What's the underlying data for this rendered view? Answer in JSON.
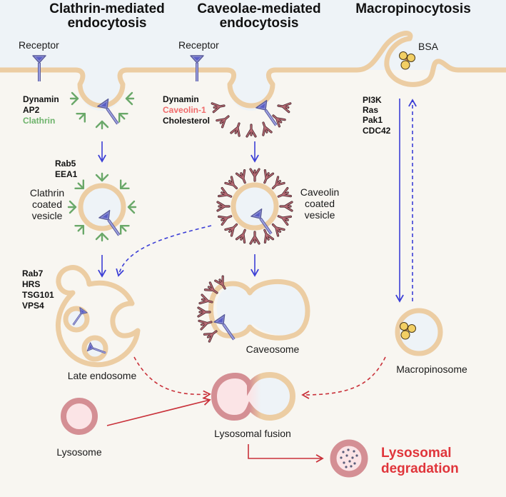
{
  "titles": {
    "clathrin": [
      "Clathrin-mediated",
      "endocytosis"
    ],
    "caveolae": [
      "Caveolae-mediated",
      "endocytosis"
    ],
    "macro": "Macropinocytosis"
  },
  "labels": {
    "receptor_1": "Receptor",
    "receptor_2": "Receptor",
    "bsa": "BSA",
    "clathrin_vesicle": [
      "Clathrin",
      "coated",
      "vesicle"
    ],
    "caveolin_vesicle": [
      "Caveolin",
      "coated",
      "vesicle"
    ],
    "late_endosome": "Late endosome",
    "caveosome": "Caveosome",
    "macropinosome": "Macropinosome",
    "lysosome": "Lysosome",
    "lysosomal_fusion": "Lysosomal fusion",
    "lysosomal_degradation": [
      "Lysosomal",
      "degradation"
    ]
  },
  "molecules": {
    "clathrin_entry": [
      {
        "name": "Dynamin",
        "color": "#111111"
      },
      {
        "name": "AP2",
        "color": "#111111"
      },
      {
        "name": "Clathrin",
        "color": "#6db36b"
      }
    ],
    "caveolae_entry": [
      {
        "name": "Dynamin",
        "color": "#111111"
      },
      {
        "name": "Caveolin-1",
        "color": "#f06a6a"
      },
      {
        "name": "Cholesterol",
        "color": "#111111"
      }
    ],
    "early_endosome": [
      "Rab5",
      "EEA1"
    ],
    "late_endosome": [
      "Rab7",
      "HRS",
      "TSG101",
      "VPS4"
    ],
    "macropinocytosis": [
      "PI3K",
      "Ras",
      "Pak1",
      "CDC42"
    ]
  },
  "colors": {
    "extracellular": "#eef3f7",
    "cytoplasm": "#f8f6f1",
    "membrane": "#eccda3",
    "clathrin": "#6aa869",
    "caveolin": "#8b4a55",
    "receptor": "#8c8fd8",
    "arrow_blue": "#3c3fd6",
    "arrow_red": "#c9313a",
    "lysosome": "#d48f94",
    "degradation_text": "#e0353b"
  }
}
